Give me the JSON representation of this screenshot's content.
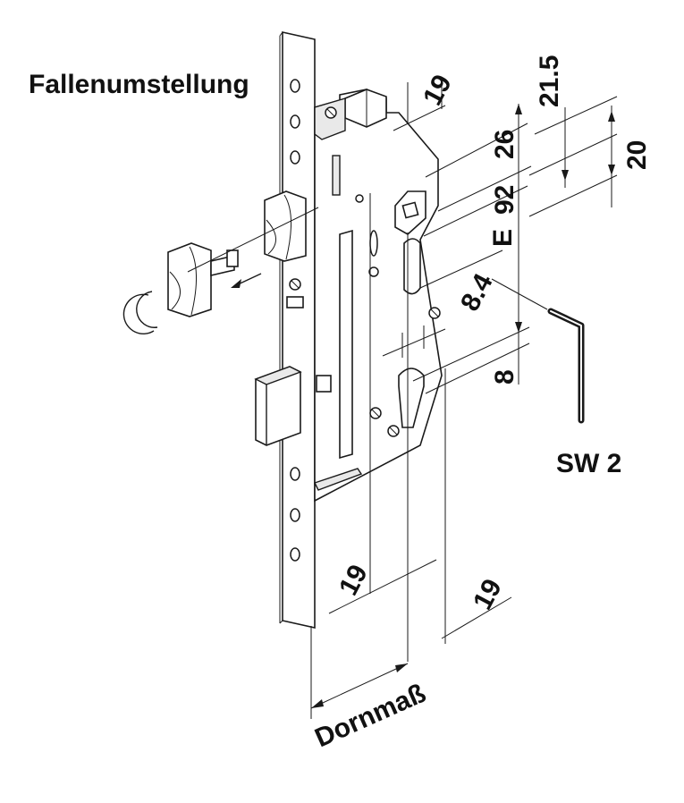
{
  "title": "Fallenumstellung",
  "dimensions": {
    "top_width": "19",
    "d_21_5": "21.5",
    "d_26": "26",
    "d_20": "20",
    "d_92": "92",
    "e_label": "E",
    "d_8_4": "8.4",
    "d_8": "8",
    "bottom_19_left": "19",
    "bottom_19_right": "19",
    "backset": "Dornmaß"
  },
  "tool_label": "SW 2"
}
